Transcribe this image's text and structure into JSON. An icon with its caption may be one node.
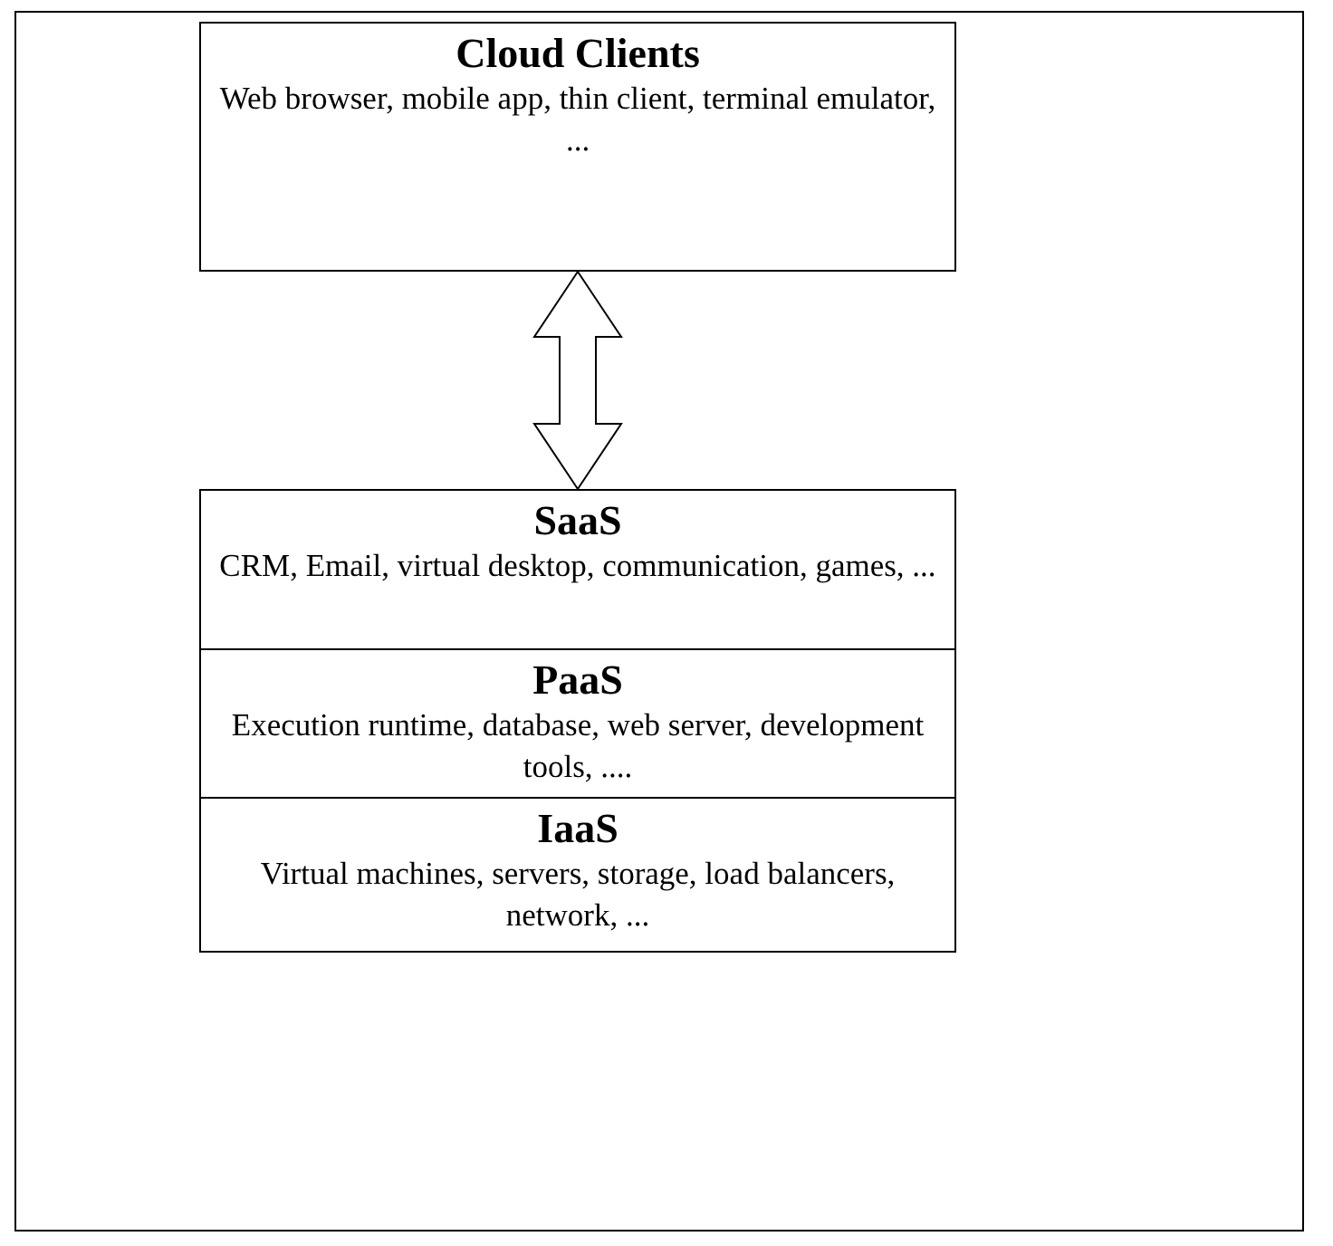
{
  "diagram": {
    "nodes": [
      {
        "text": [
          "Cloud Clients",
          "Web browser, mobile app, thin client, terminal emulator, ..."
        ]
      },
      {
        "text": [
          "SaaS",
          "CRM, Email, virtual desktop, communication, games, ..."
        ]
      },
      {
        "text": [
          "PaaS",
          "Execution runtime, database, web server, development tools, ...."
        ]
      },
      {
        "text": [
          "IaaS",
          "Virtual machines, servers, storage, load balancers, network, ..."
        ]
      }
    ],
    "edges": [
      {
        "from": 0,
        "to": 1,
        "arrow": "both",
        "style": "thick"
      }
    ]
  }
}
